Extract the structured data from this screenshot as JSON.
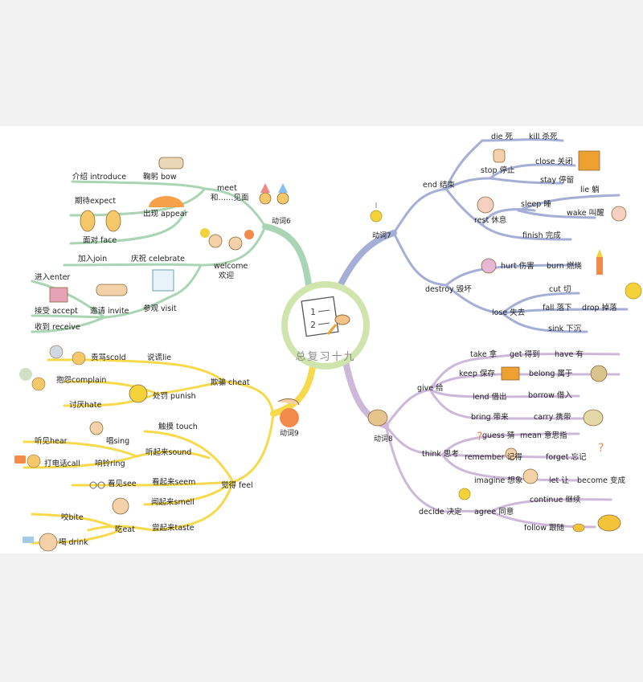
{
  "center": {
    "title": "总复习十九"
  },
  "colors": {
    "green": "#a9d5b4",
    "blue": "#a4aed6",
    "yellow": "#f7d94c",
    "purple": "#cdb8da",
    "center_ring": "#cfe5ad"
  },
  "groups": {
    "g6": "动词6",
    "g7": "动词7",
    "g8": "动词8",
    "g9": "动词9"
  },
  "labels": {
    "meet": "meet",
    "meet_cn": "和……见面",
    "bow": "鞠躬 bow",
    "introduce": "介绍 introduce",
    "expect": "期待expect",
    "appear": "出现 appear",
    "face": "面对 face",
    "join": "加入join",
    "celebrate": "庆祝 celebrate",
    "welcome": "welcome",
    "welcome_cn": "欢迎",
    "enter": "进入enter",
    "accept": "接受 accept",
    "receive": "收到 receive",
    "invite": "邀请 invite",
    "visit": "参观 visit",
    "end": "end 结束",
    "die": "die 死",
    "kill": "kill 杀死",
    "stop": "stop 停止",
    "close": "close 关闭",
    "stay": "stay 停留",
    "lie_down": "lie 躺",
    "rest": "rest 休息",
    "sleep": "sleep 睡",
    "wake": "wake 叫醒",
    "finish": "finish 完成",
    "destroy": "destroy 毁坏",
    "hurt": "hurt 伤害",
    "burn": "burn 燃烧",
    "lose": "lose 失去",
    "cut": "cut 切",
    "fall": "fall 落下",
    "drop": "drop 掉落",
    "sink": "sink 下沉",
    "scold": "责骂scold",
    "lie": "说谎lie",
    "cheat": "欺骗 cheat",
    "complain": "抱怨complain",
    "punish": "处罚 punish",
    "hate": "讨厌hate",
    "touch": "触摸 touch",
    "hear": "听见hear",
    "sing": "唱sing",
    "sound": "听起来sound",
    "call": "打电话call",
    "ring": "响铃ring",
    "see": "看见see",
    "seem": "看起来seem",
    "smell": "闻起来smell",
    "feel": "觉得 feel",
    "bite": "咬bite",
    "eat": "吃eat",
    "taste": "尝起来taste",
    "drink": "喝 drink",
    "take": "take 拿",
    "get": "get 得到",
    "have": "have 有",
    "keep": "keep 保存",
    "belong": "belong 属于",
    "give": "give 给",
    "lend": "lend 借出",
    "borrow": "borrow 借入",
    "bring": "bring 带来",
    "carry": "carry 携带",
    "guess": "guess 猜",
    "mean": "mean 意思指",
    "think": "think 思考",
    "remember": "remember 记得",
    "forget": "forget 忘记",
    "imagine": "imagine 想象",
    "let": "let 让",
    "become": "become 变成",
    "decide": "decide 决定",
    "agree": "agree 同意",
    "continue": "continue 继续",
    "follow": "follow 跟随"
  }
}
